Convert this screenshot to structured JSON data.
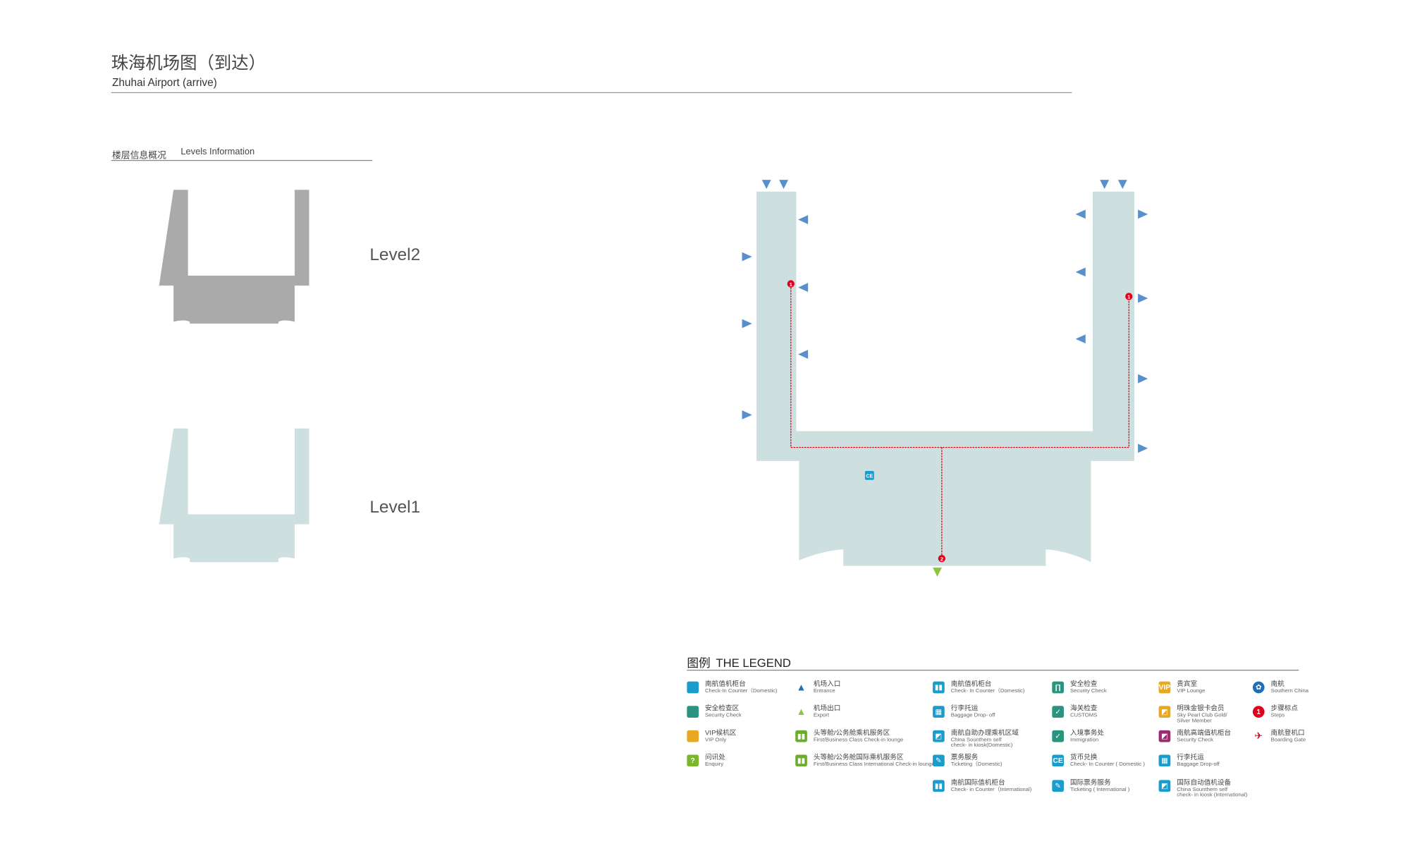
{
  "header": {
    "title_cn": "珠海机场图（到达）",
    "title_en": "Zhuhai Airport  (arrive)"
  },
  "levels": {
    "section_cn": "楼层信息概况",
    "section_en": "Levels Information",
    "level2": "Level2",
    "level1": "Level1"
  },
  "map": {
    "floor_color": "#cde0df",
    "route_color": "#e0001b",
    "step_markers": [
      "1",
      "1",
      "2"
    ],
    "ce_label": "CE"
  },
  "legend": {
    "title_cn": "图例",
    "title_en": "THE LEGEND",
    "items": [
      {
        "icon": "square-icon",
        "color": "#1a9ccc",
        "glyph": "",
        "cn": "南航值机柜台",
        "en": "Check-In Counter（Domestic)"
      },
      {
        "icon": "square-icon",
        "color": "#2b9480",
        "glyph": "",
        "cn": "安全检查区",
        "en": "Security Check"
      },
      {
        "icon": "square-icon",
        "color": "#e8a824",
        "glyph": "",
        "cn": "VIP候机区",
        "en": "VIP Only"
      },
      {
        "icon": "question-icon",
        "color": "#7ab72c",
        "glyph": "?",
        "cn": "问讯处",
        "en": "Enquiry"
      },
      {
        "icon": "entrance-icon",
        "color": "#1f6fb8",
        "glyph": "▲",
        "cn": "机场入口",
        "en": "Entrance"
      },
      {
        "icon": "exit-icon",
        "color": "#8cc63f",
        "glyph": "▲",
        "cn": "机场出口",
        "en": "Export"
      },
      {
        "icon": "first-class-checkin-icon",
        "color": "#6aac2b",
        "glyph": "▮▮",
        "cn": "头等舱/公务舱乘机服务区",
        "en": "First/Business Class Check-in lounge"
      },
      {
        "icon": "first-class-intl-checkin-icon",
        "color": "#6aac2b",
        "glyph": "▮▮",
        "cn": "头等舱/公务舱国际乘机服务区",
        "en": "First/Business Class International Check-in lounge"
      },
      {
        "icon": "checkin-counter-icon",
        "color": "#1a9ccc",
        "glyph": "▮▮",
        "cn": "南航值机柜台",
        "en": "Check- In Counter（Domestic)"
      },
      {
        "icon": "baggage-icon",
        "color": "#1a9ccc",
        "glyph": "▦",
        "cn": "行李托运",
        "en": "Baggage Drop- off"
      },
      {
        "icon": "kiosk-icon",
        "color": "#1a9ccc",
        "glyph": "◩",
        "cn": "南航自助办理乘机区域",
        "en": "China Sounthern self\ncheck- in kiosk(Domestic)"
      },
      {
        "icon": "ticketing-icon",
        "color": "#1a9ccc",
        "glyph": "✎",
        "cn": "票务服务",
        "en": "Ticketing（Domestic)"
      },
      {
        "icon": "intl-checkin-icon",
        "color": "#1a9ccc",
        "glyph": "▮▮",
        "cn": "南航国际值机柜台",
        "en": "Check- in Counter（International)"
      },
      {
        "icon": "security-gate-icon",
        "color": "#2b9480",
        "glyph": "∏",
        "cn": "安全检查",
        "en": "Security Check"
      },
      {
        "icon": "customs-icon",
        "color": "#2b9480",
        "glyph": "✓",
        "cn": "海关检查",
        "en": "CUSTOMS"
      },
      {
        "icon": "immigration-icon",
        "color": "#2b9480",
        "glyph": "✓",
        "cn": "入境事务处",
        "en": "Immigration"
      },
      {
        "icon": "currency-exchange-icon",
        "color": "#1a9ccc",
        "glyph": "CE",
        "cn": "货币兑换",
        "en": "Check- In Counter ( Domestic )"
      },
      {
        "icon": "intl-ticketing-icon",
        "color": "#1a9ccc",
        "glyph": "✎",
        "cn": "国际票务服务",
        "en": "Ticketing ( International )"
      },
      {
        "icon": "vip-lounge-icon",
        "color": "#e8a824",
        "glyph": "VIP",
        "cn": "贵宾室",
        "en": "VIP Lounge"
      },
      {
        "icon": "member-card-icon",
        "color": "#e8a824",
        "glyph": "◩",
        "cn": "明珠金银卡会员",
        "en": "Sky Pearl Club Gold/\nSilver Member"
      },
      {
        "icon": "premium-counter-icon",
        "color": "#9b2c6e",
        "glyph": "◩",
        "cn": "南航高端值机柜台",
        "en": "Security Check"
      },
      {
        "icon": "baggage-icon",
        "color": "#1a9ccc",
        "glyph": "▦",
        "cn": "行李托运",
        "en": "Baggage Drop-off"
      },
      {
        "icon": "intl-kiosk-icon",
        "color": "#1a9ccc",
        "glyph": "◩",
        "cn": "国际自动值机设备",
        "en": "China Sounthern self\ncheck- in kiosk (International)"
      },
      {
        "icon": "southern-china-logo-icon",
        "color": "#1f6fb8",
        "glyph": "✿",
        "cn": "南航",
        "en": "Southern China"
      },
      {
        "icon": "step-marker-icon",
        "color": "#e0001b",
        "glyph": "1",
        "cn": "步骤标点",
        "en": "Steps"
      },
      {
        "icon": "airplane-icon",
        "color": "#e0001b",
        "glyph": "✈",
        "cn": "南航登机口",
        "en": "Boarding Gate"
      }
    ]
  }
}
